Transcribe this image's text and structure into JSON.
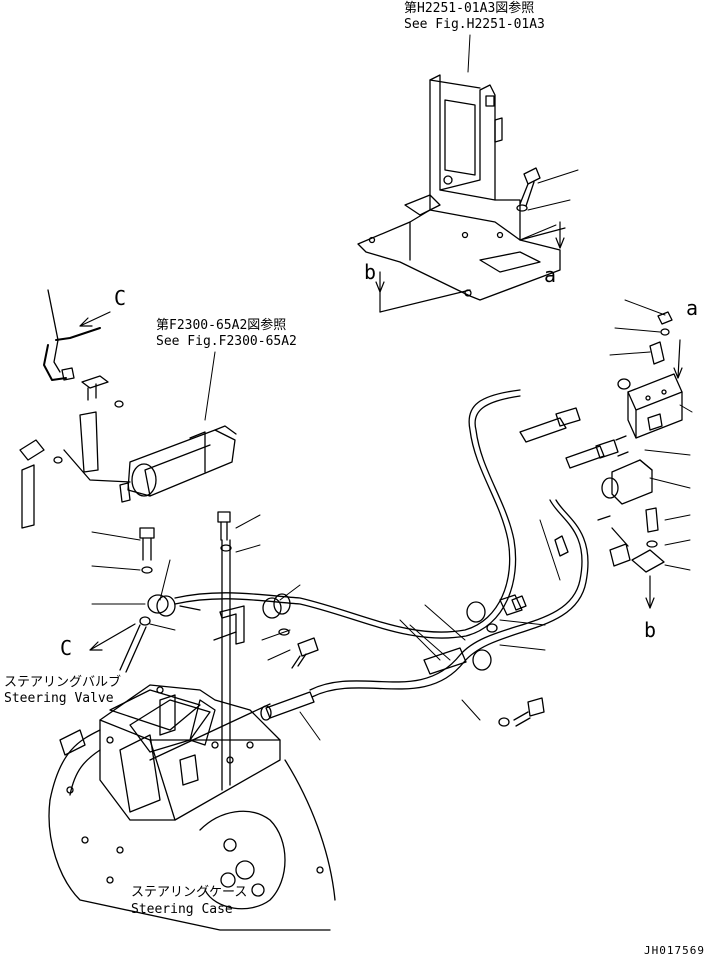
{
  "references": {
    "top": {
      "line1": "第H2251-01A3図参照",
      "line2": "See Fig.H2251-01A3"
    },
    "mid": {
      "line1": "第F2300-65A2図参照",
      "line2": "See Fig.F2300-65A2"
    }
  },
  "labels": {
    "steering_valve_jp": "ステアリングバルブ",
    "steering_valve_en": "Steering Valve",
    "steering_case_jp": "ステアリングケース",
    "steering_case_en": "Steering Case"
  },
  "connection_letters": {
    "a_top": "a",
    "a_right": "a",
    "b_left": "b",
    "b_right": "b",
    "c_top": "C",
    "c_left": "C"
  },
  "drawing_code": "JH017569"
}
